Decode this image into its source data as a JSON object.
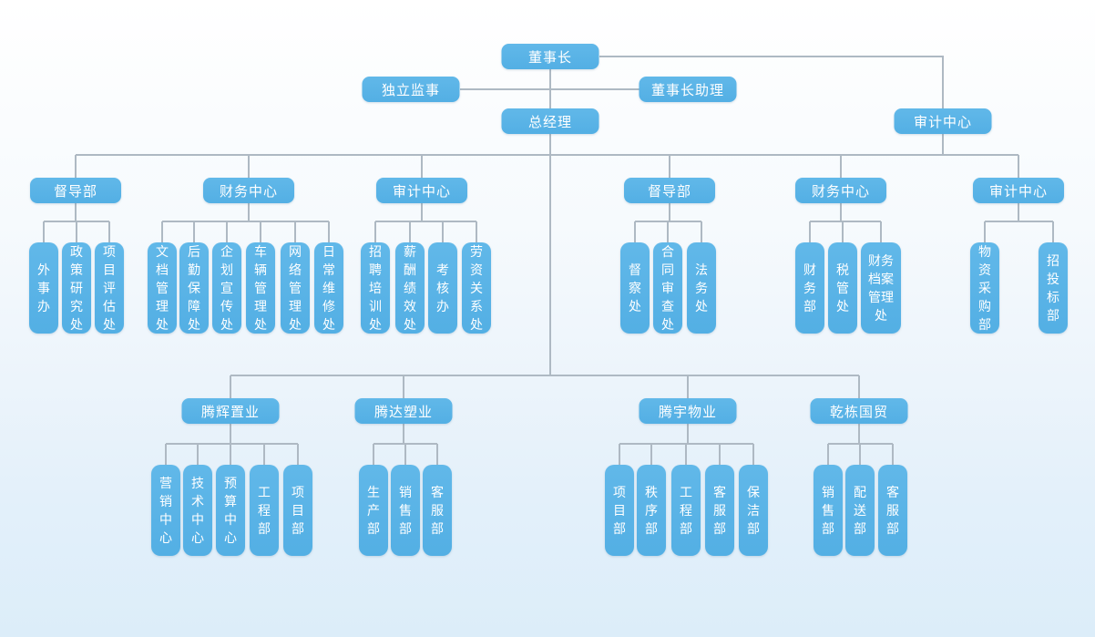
{
  "colors": {
    "node_fill": "#53afe4",
    "node_text": "#ffffff",
    "connector": "#aeb9c3",
    "background_top": "#ffffff",
    "background_bottom": "#dcedf9"
  },
  "org": {
    "top": {
      "chairman": "董事长",
      "independent_supervisor": "独立监事",
      "chairman_assistant": "董事长助理",
      "general_manager": "总经理",
      "audit_center": "审计中心"
    },
    "departments": [
      {
        "label": "督导部",
        "children": [
          "外事办",
          "政策研究处",
          "项目评估处"
        ]
      },
      {
        "label": "财务中心",
        "children": [
          "文档管理处",
          "后勤保障处",
          "企划宣传处",
          "车辆管理处",
          "网络管理处",
          "日常维修处"
        ]
      },
      {
        "label": "审计中心",
        "children": [
          "招聘培训处",
          "薪酬绩效处",
          "考核办",
          "劳资关系处"
        ]
      },
      {
        "label": "督导部",
        "children": [
          "督察处",
          "合同审查处",
          "法务处"
        ]
      },
      {
        "label": "财务中心",
        "children": [
          "财务部",
          "税管处",
          "财务档案管理处"
        ]
      },
      {
        "label": "审计中心",
        "children": [
          "物资采购部",
          "招投标部"
        ]
      }
    ],
    "subsidiaries": [
      {
        "label": "腾辉置业",
        "children": [
          "营销中心",
          "技术中心",
          "预算中心",
          "工程部",
          "项目部"
        ]
      },
      {
        "label": "腾达塑业",
        "children": [
          "生产部",
          "销售部",
          "客服部"
        ]
      },
      {
        "label": "腾宇物业",
        "children": [
          "项目部",
          "秩序部",
          "工程部",
          "客服部",
          "保洁部"
        ]
      },
      {
        "label": "乾栋国贸",
        "children": [
          "销售部",
          "配送部",
          "客服部"
        ]
      }
    ]
  }
}
